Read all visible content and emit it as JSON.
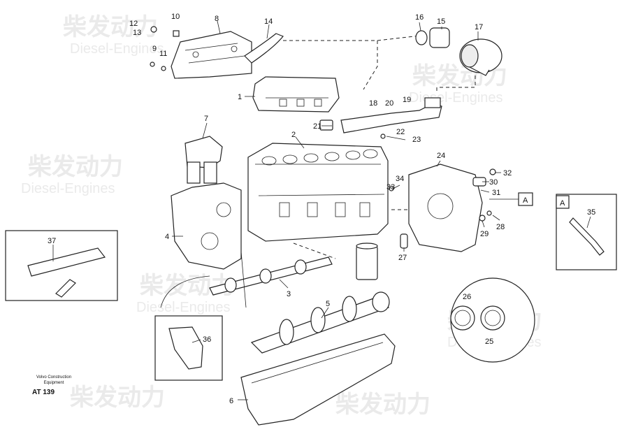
{
  "watermark": {
    "brand_cn": "柴发动力",
    "brand_en": "Diesel-Engines"
  },
  "caption": {
    "line1": "Volvo Construction",
    "line2": "Equipment",
    "code": "AT 139"
  },
  "callouts": {
    "n1": "1",
    "n2": "2",
    "n3": "3",
    "n4": "4",
    "n5": "5",
    "n6": "6",
    "n7": "7",
    "n8": "8",
    "n9": "9",
    "n10": "10",
    "n11": "11",
    "n12": "12",
    "n13": "13",
    "n14": "14",
    "n15": "15",
    "n16": "16",
    "n17": "17",
    "n18": "18",
    "n19": "19",
    "n20": "20",
    "n21": "21",
    "n22": "22",
    "n23": "23",
    "n24": "24",
    "n25": "25",
    "n26": "26",
    "n27": "27",
    "n28": "28",
    "n29": "29",
    "n30": "30",
    "n31": "31",
    "n32": "32",
    "n33": "33",
    "n34": "34",
    "n35": "35",
    "n36": "36",
    "n37": "37"
  },
  "detail_ref": {
    "marker": "A",
    "box_label": "A"
  }
}
